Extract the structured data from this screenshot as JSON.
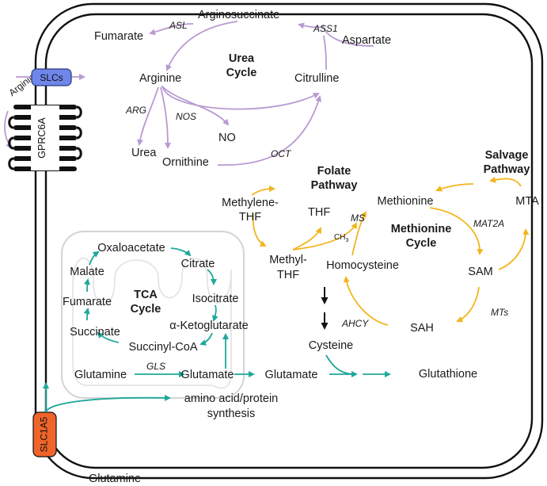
{
  "colors": {
    "urea": "#b89ad2",
    "methionine": "#f2b51e",
    "tca": "#1ea89a",
    "black": "#111111",
    "slcs_fill": "#6f86ea",
    "slc1a5_fill": "#f0642a",
    "mito_border": "#d4d4d4"
  },
  "urea": {
    "title_line1": "Urea",
    "title_line2": "Cycle",
    "nodes": {
      "argininosuccinate": "Arginosuccinate",
      "fumarate": "Fumarate",
      "aspartate": "Aspartate",
      "arginine": "Arginine",
      "citrulline": "Citrulline",
      "urea": "Urea",
      "ornithine": "Ornithine",
      "no": "NO"
    },
    "enzymes": {
      "asl": "ASL",
      "ass1": "ASS1",
      "arg": "ARG",
      "nos": "NOS",
      "oct": "OCT"
    }
  },
  "transport": {
    "arginine_outside": "Arginine",
    "slcs": "SLCs",
    "gprc6a": "GPRC6A",
    "slc1a5": "SLC1A5",
    "glutamine_outside": "Glutamine"
  },
  "folate": {
    "title_line1": "Folate",
    "title_line2": "Pathway",
    "methylene_line1": "Methylene-",
    "methylene_line2": "THF",
    "thf": "THF",
    "methyl_line1": "Methyl-",
    "methyl_line2": "THF",
    "ch3": "CH",
    "ch3_sub": "3"
  },
  "methionine": {
    "title_line1": "Methionine",
    "title_line2": "Cycle",
    "methionine": "Methionine",
    "homocysteine": "Homocysteine",
    "sam": "SAM",
    "sah": "SAH",
    "mta": "MTA",
    "cysteine": "Cysteine",
    "glutathione": "Glutathione",
    "enzymes": {
      "ms": "MS",
      "mat2a": "MAT2A",
      "mts": "MTs",
      "ahcy": "AHCY"
    }
  },
  "salvage": {
    "title_line1": "Salvage",
    "title_line2": "Pathway"
  },
  "tca": {
    "title_line1": "TCA",
    "title_line2": "Cycle",
    "oxaloacetate": "Oxaloacetate",
    "citrate": "Citrate",
    "isocitrate": "Isocitrate",
    "akg": "α-Ketoglutarate",
    "succinyl_coa": "Succinyl-CoA",
    "succinate": "Succinate",
    "fumarate": "Fumarate",
    "malate": "Malate"
  },
  "glutamine": {
    "glutamine": "Glutamine",
    "gls": "GLS",
    "glutamate_1": "Glutamate",
    "glutamate_2": "Glutamate",
    "amino_line1": "amino acid/protein",
    "amino_line2": "synthesis"
  }
}
